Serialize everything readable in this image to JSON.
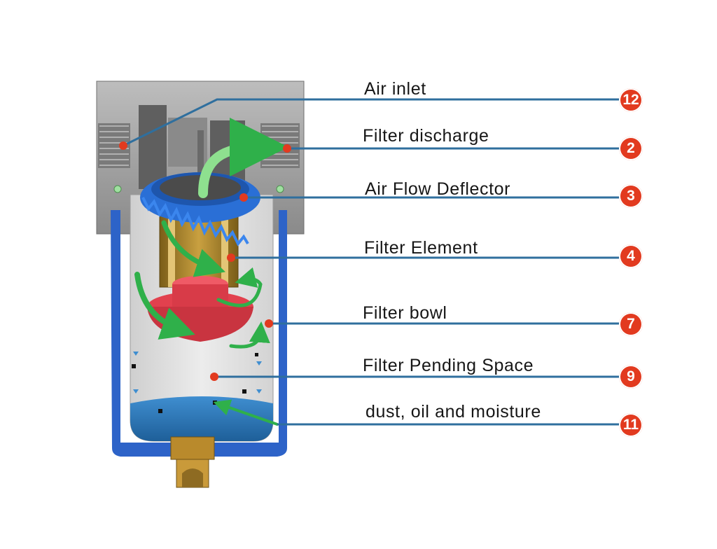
{
  "callouts": [
    {
      "label": "Air inlet",
      "number": "12"
    },
    {
      "label": "Filter discharge",
      "number": "2"
    },
    {
      "label": "Air Flow Deflector",
      "number": "3"
    },
    {
      "label": "Filter Element",
      "number": "4"
    },
    {
      "label": "Filter bowl",
      "number": "7"
    },
    {
      "label": "Filter Pending Space",
      "number": "9"
    },
    {
      "label": "dust, oil and moisture",
      "number": "11"
    }
  ],
  "colors": {
    "leader_line": "#2f6f9e",
    "badge": "#e23a1f",
    "marker_dot": "#e23a1f",
    "flow_arrow": "#2fb04a",
    "deflector": "#2a6fd6",
    "bowl_shell": "#2d63c8",
    "baffle": "#e2414e",
    "element": "#b08a2c",
    "liquid": "#2f79b8",
    "head_metal": "#9c9c9c"
  }
}
